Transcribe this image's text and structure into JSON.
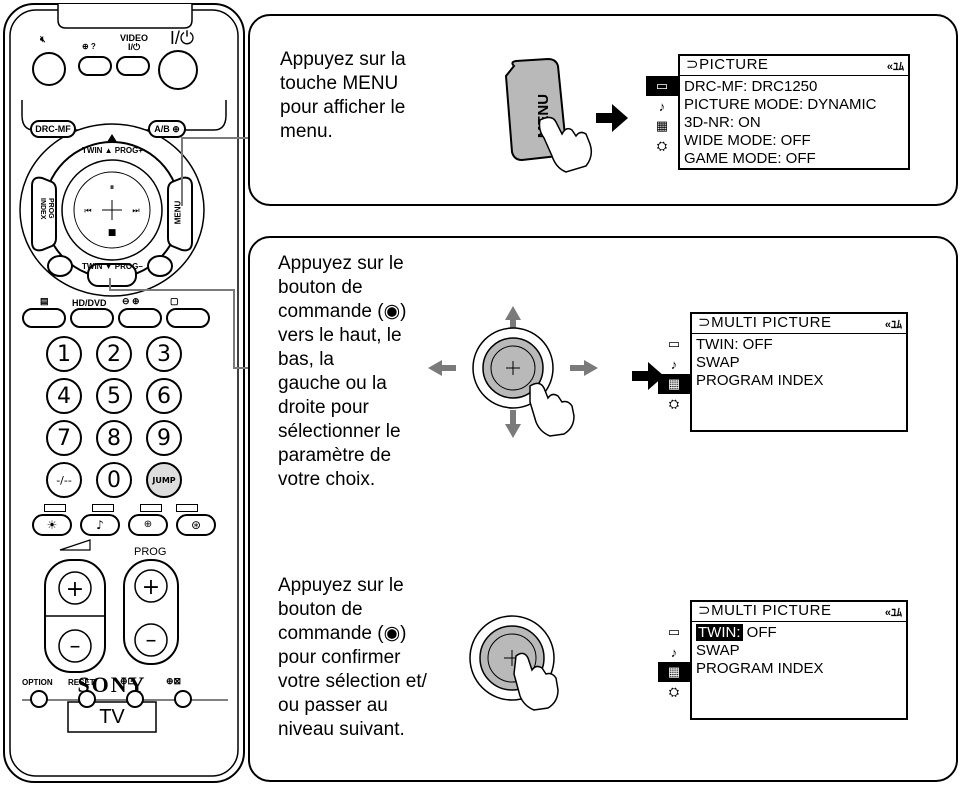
{
  "remote": {
    "top_labels": {
      "video": "VIDEO",
      "power": "I/⏻",
      "video_power": "I/⏻"
    },
    "drc_mf": "DRC-MF",
    "ab": "A/B",
    "twin_prog_top": "TWIN ▲ PROG+",
    "twin_prog_bottom": "TWIN ▼ PROG–",
    "prog_index": "PROG INDEX",
    "menu": "MENU",
    "hd_dvd": "HD/DVD",
    "numbers": [
      "1",
      "2",
      "3",
      "4",
      "5",
      "6",
      "7",
      "8",
      "9",
      "-/--",
      "0",
      "JUMP"
    ],
    "prog": "PROG",
    "bottom_labels": [
      "OPTION",
      "RESET"
    ],
    "brand": "SONY",
    "tv": "TV"
  },
  "panel1": {
    "text": "Appuyez sur la\ntouche MENU\npour afficher le\nmenu.",
    "button_label": "MENU",
    "osd": {
      "title": "⊃PICTURE",
      "items": [
        "DRC-MF: DRC1250",
        "PICTURE MODE: DYNAMIC",
        "3D-NR: ON",
        "WIDE MODE: OFF",
        "GAME MODE: OFF"
      ]
    }
  },
  "panel2": {
    "text": "Appuyez sur le\nbouton de\ncommande (◉)\nvers le haut, le\nbas, la\ngauche ou la\ndroite pour\nsélectionner le\nparamètre de\nvotre choix.",
    "osd": {
      "title": "⊃MULTI  PICTURE",
      "items": [
        "TWIN: OFF",
        "SWAP",
        "PROGRAM INDEX"
      ]
    }
  },
  "panel3": {
    "text": "Appuyez sur le\nbouton de\ncommande (◉)\npour confirmer\nvotre sélection et/\nou passer au\nniveau suivant.",
    "osd": {
      "title": "⊃MULTI  PICTURE",
      "item_highlight": "TWIN:",
      "item_rest": " OFF",
      "items": [
        "SWAP",
        "PROGRAM INDEX"
      ]
    }
  }
}
